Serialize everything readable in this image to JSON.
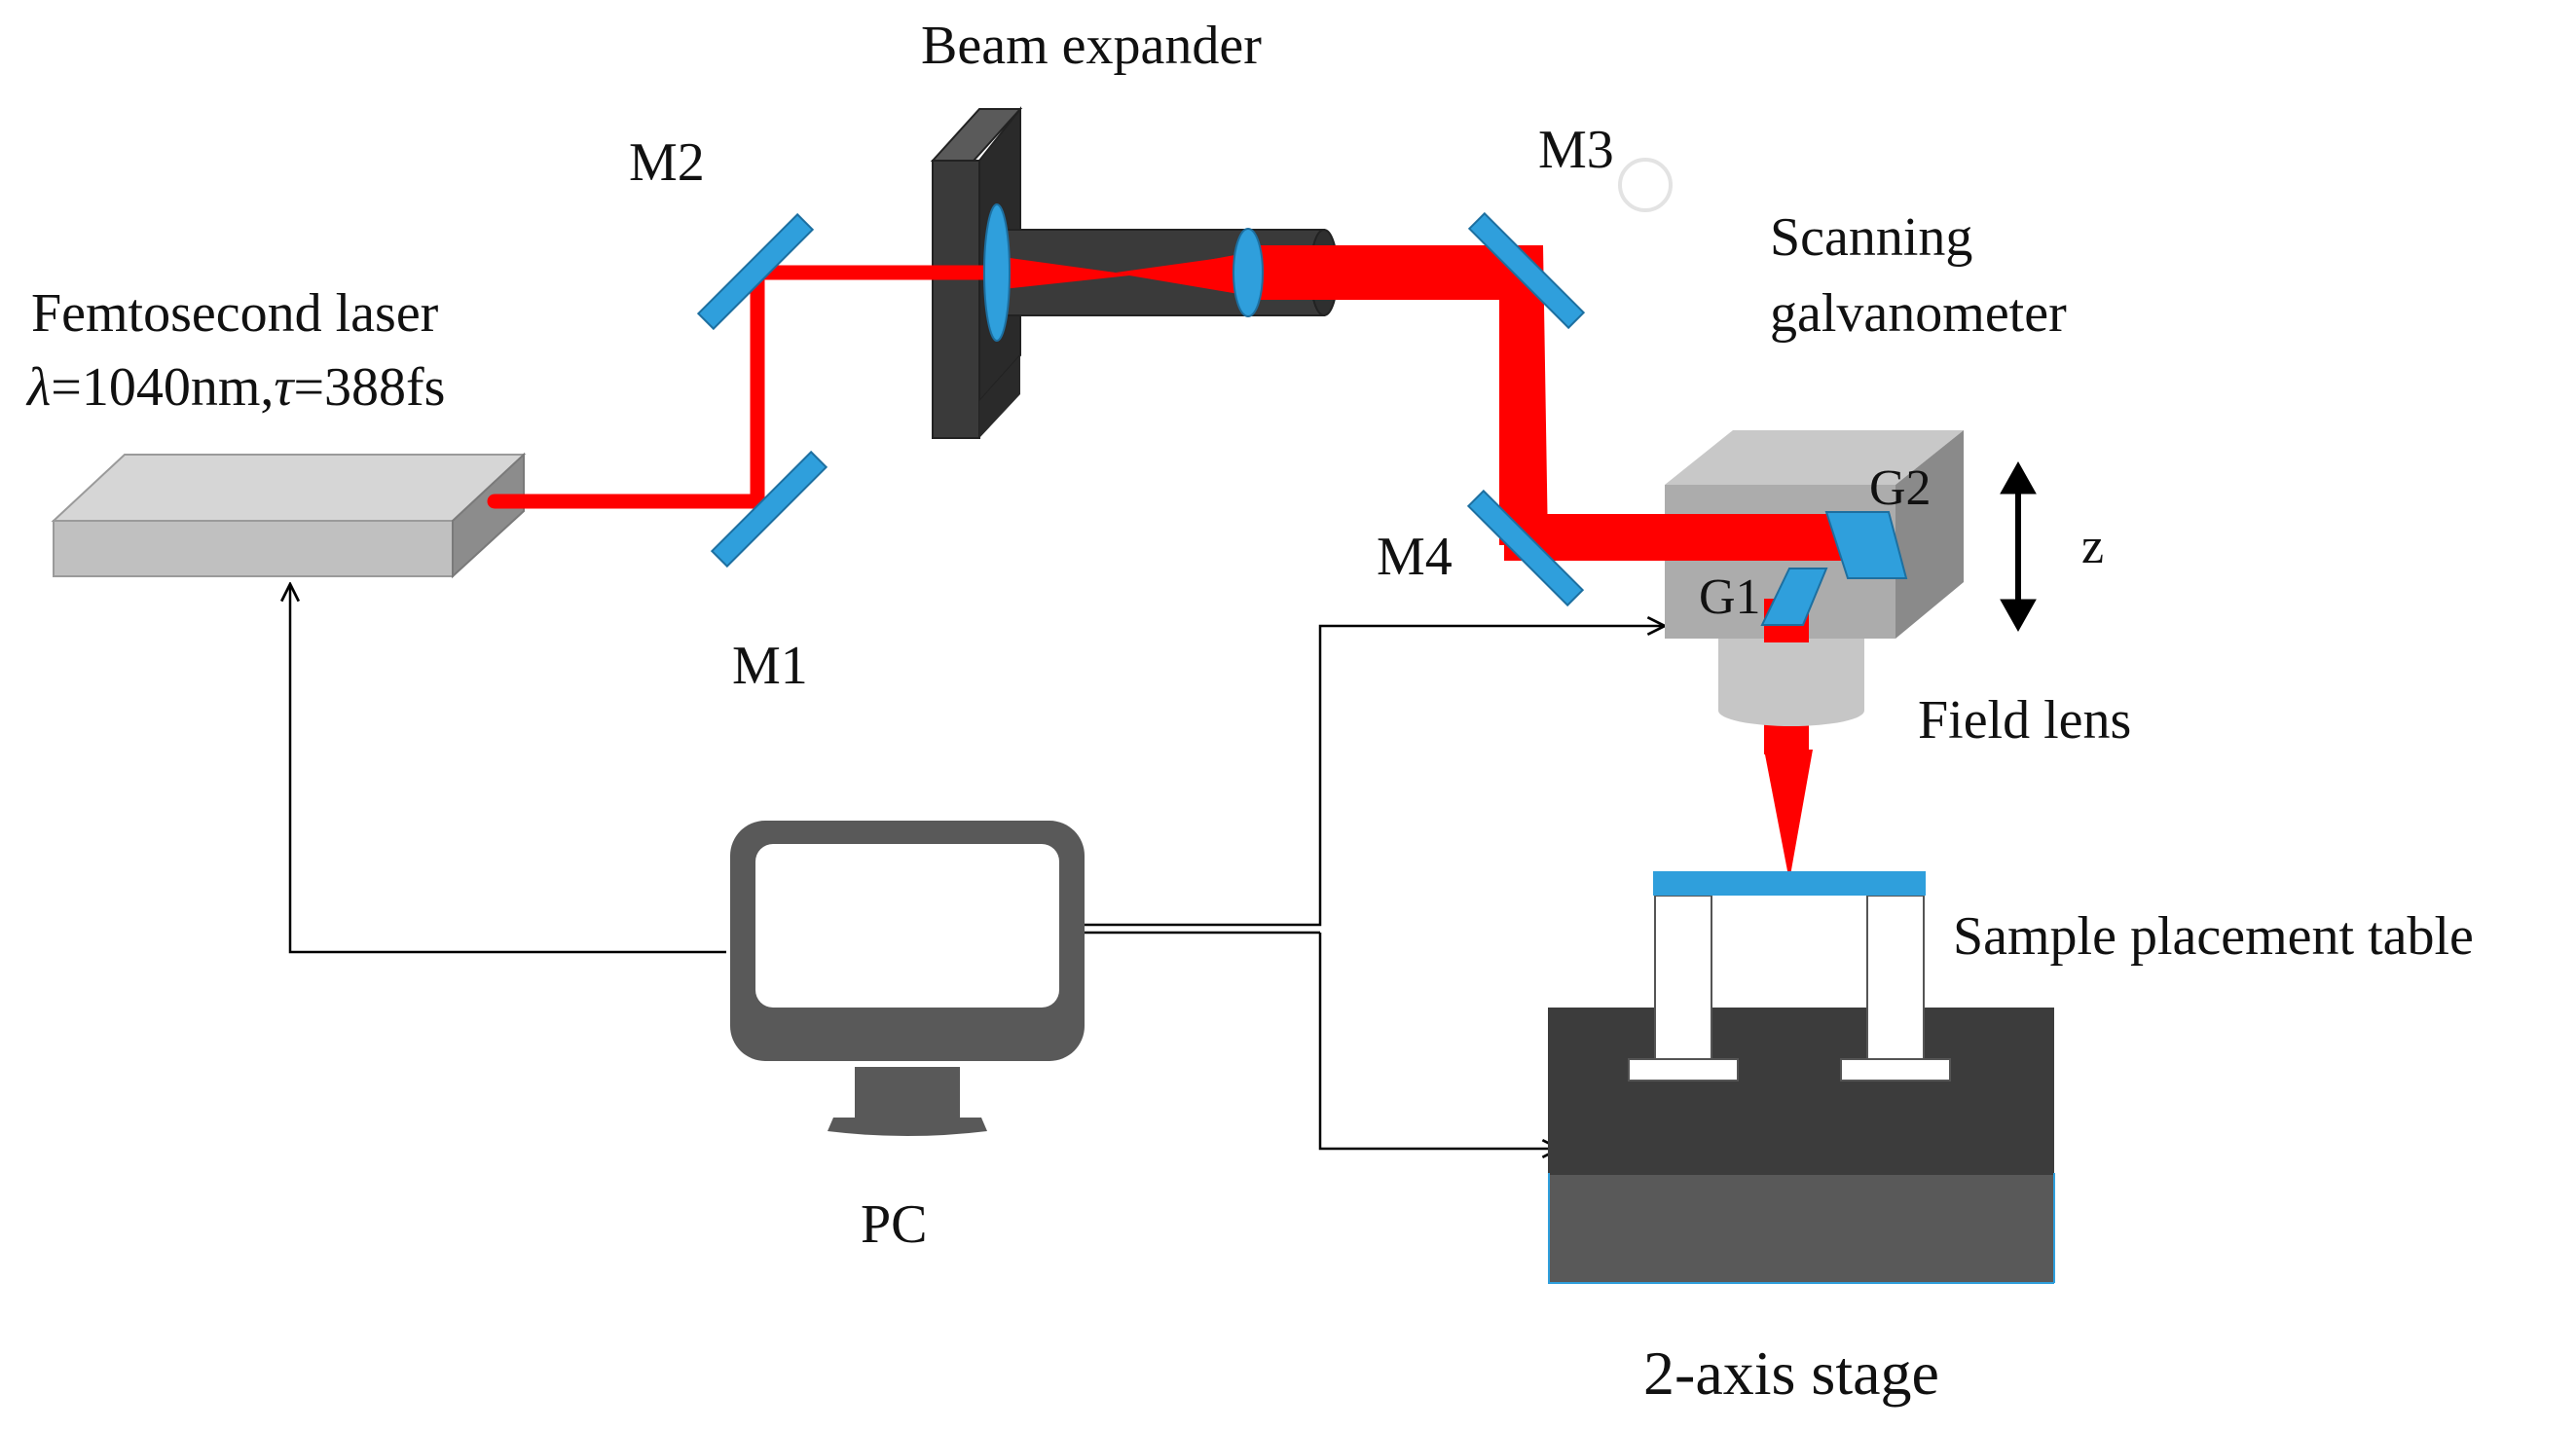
{
  "labels": {
    "laser_name": "Femtosecond laser",
    "laser_lambda_sym": "λ",
    "laser_params_mid": "=1040nm,",
    "laser_tau_sym": "τ",
    "laser_params_end": "=388fs",
    "mirror_m1": "M1",
    "mirror_m2": "M2",
    "mirror_m3": "M3",
    "mirror_m4": "M4",
    "beam_expander": "Beam expander",
    "galvo_line1": "Scanning",
    "galvo_line2": "galvanometer",
    "galvo_g1": "G1",
    "galvo_g2": "G2",
    "z_axis": "z",
    "field_lens": "Field lens",
    "sample_table": "Sample placement table",
    "pc": "PC",
    "stage": "2-axis stage"
  },
  "colors": {
    "beam": "#ff0000",
    "optic": "#2f9fdc",
    "device_dark": "#3c3c3c",
    "device_mid": "#595959",
    "device_light": "#b4b4b4",
    "wire": "#000000"
  },
  "icons": {
    "laser": "laser-box-icon",
    "mirror": "mirror-icon",
    "lens": "lens-icon",
    "pc": "monitor-icon"
  }
}
